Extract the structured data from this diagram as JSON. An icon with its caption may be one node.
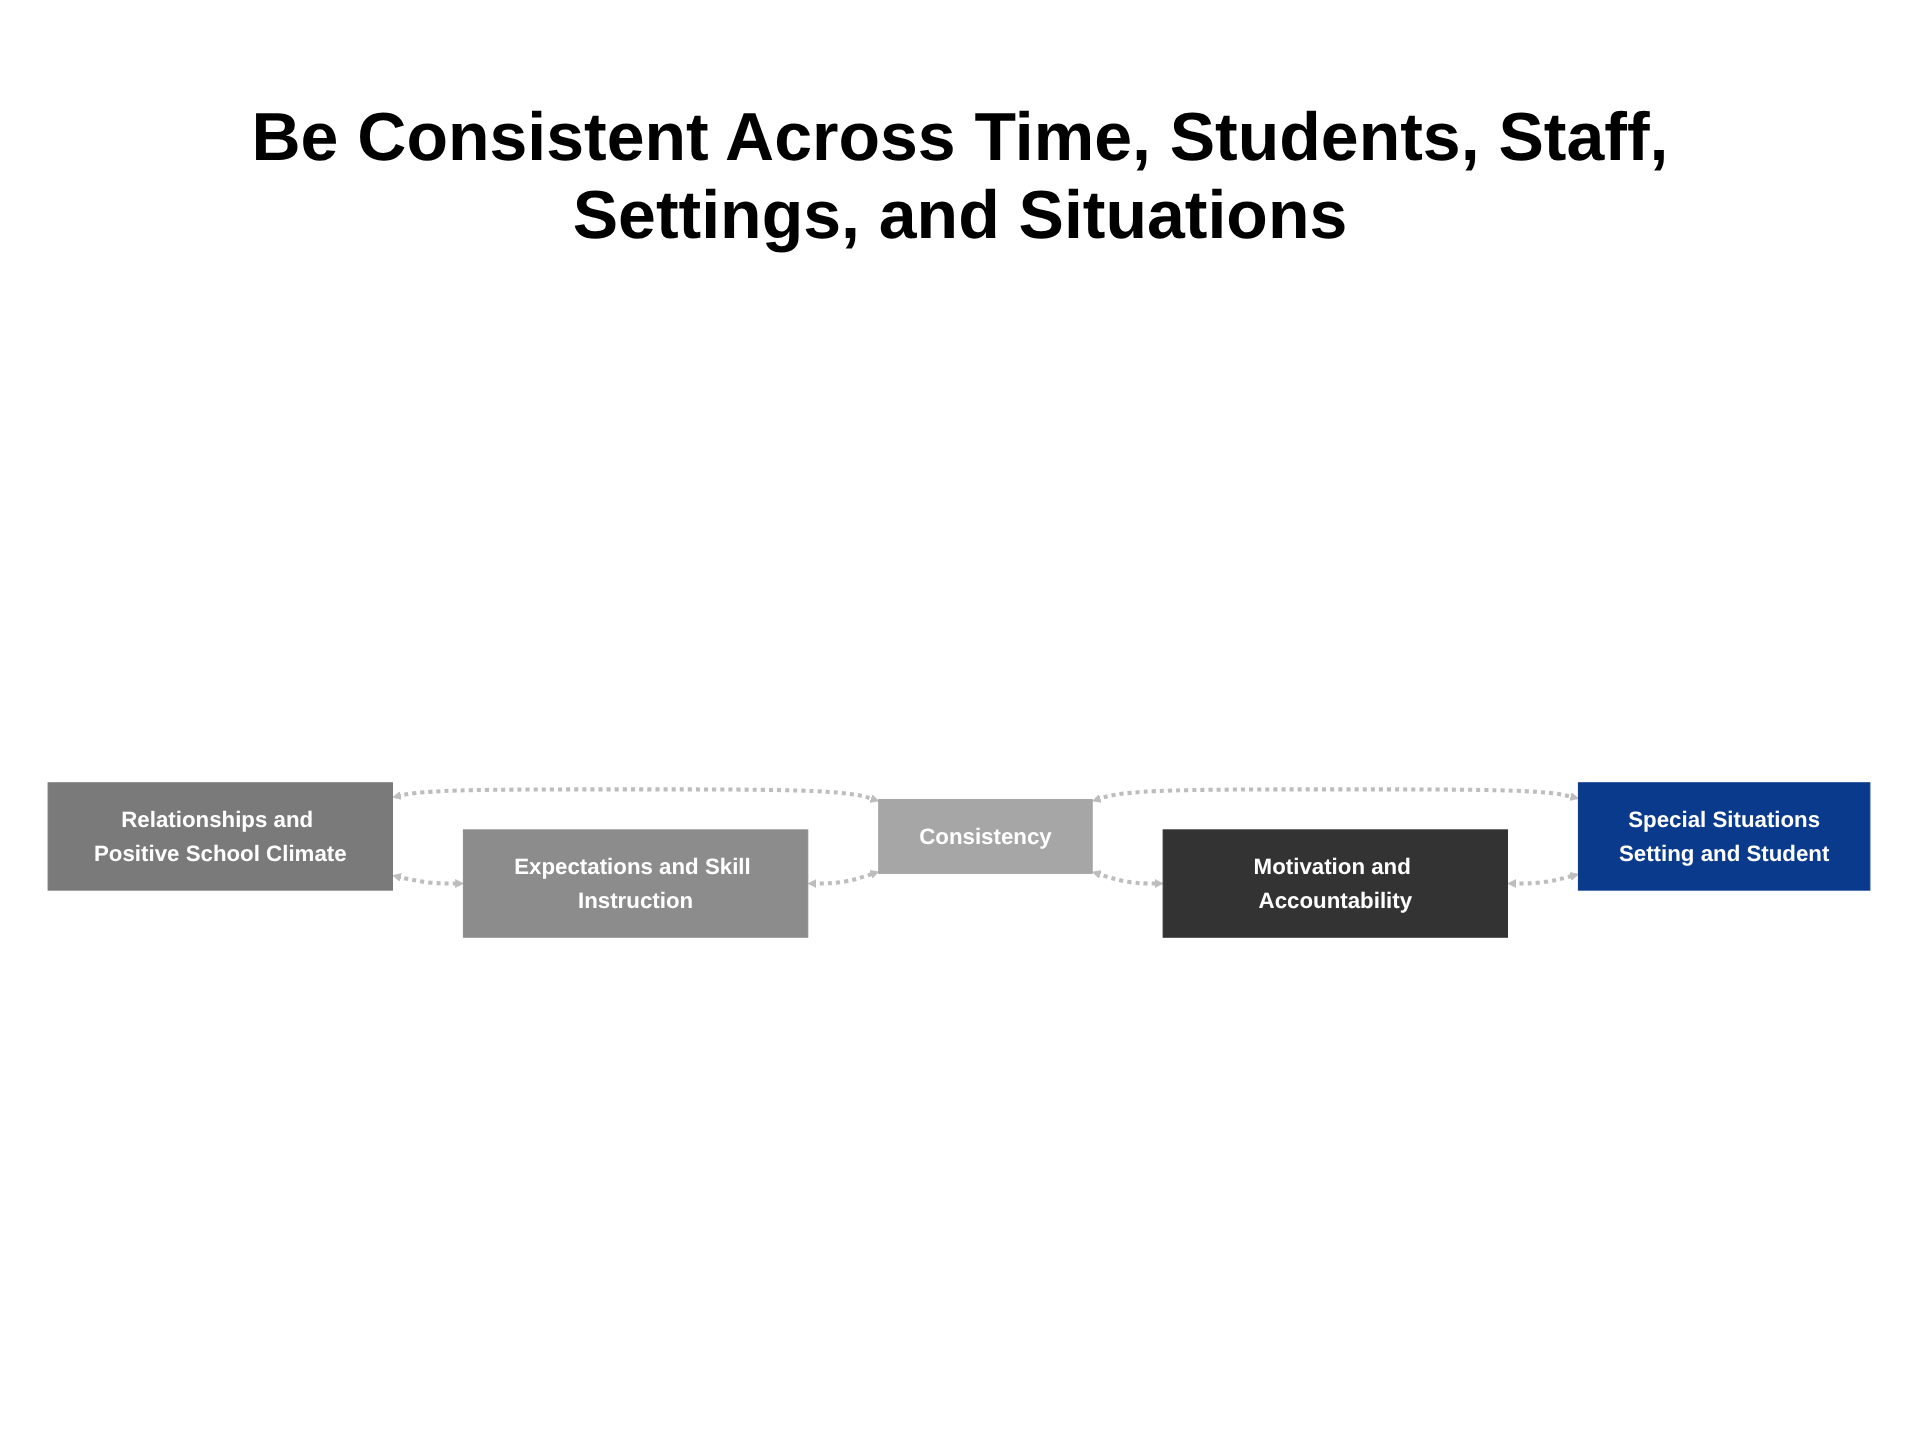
{
  "diagram": {
    "title": "Be Consistent Across Time, Students, Staff, Settings, and Situations",
    "nodes": [
      {
        "text": [
          "Relationships and Positive School Climate"
        ]
      },
      {
        "text": [
          "Expectations and Skill Instruction"
        ]
      },
      {
        "text": [
          "Consistency"
        ]
      },
      {
        "text": [
          "Motivation and Accountability"
        ]
      },
      {
        "text": [
          "Special Situations",
          "Setting and Student"
        ]
      }
    ],
    "edges": [
      {
        "from": 0,
        "to": 1,
        "arrow": "both",
        "style": "dashed"
      },
      {
        "from": 0,
        "to": 2,
        "arrow": "both",
        "style": "dashed"
      },
      {
        "from": 1,
        "to": 2,
        "arrow": "both",
        "style": "dashed"
      },
      {
        "from": 2,
        "to": 3,
        "arrow": "both",
        "style": "dashed"
      },
      {
        "from": 2,
        "to": 4,
        "arrow": "both",
        "style": "dashed"
      },
      {
        "from": 3,
        "to": 4,
        "arrow": "both",
        "style": "dashed"
      }
    ]
  }
}
